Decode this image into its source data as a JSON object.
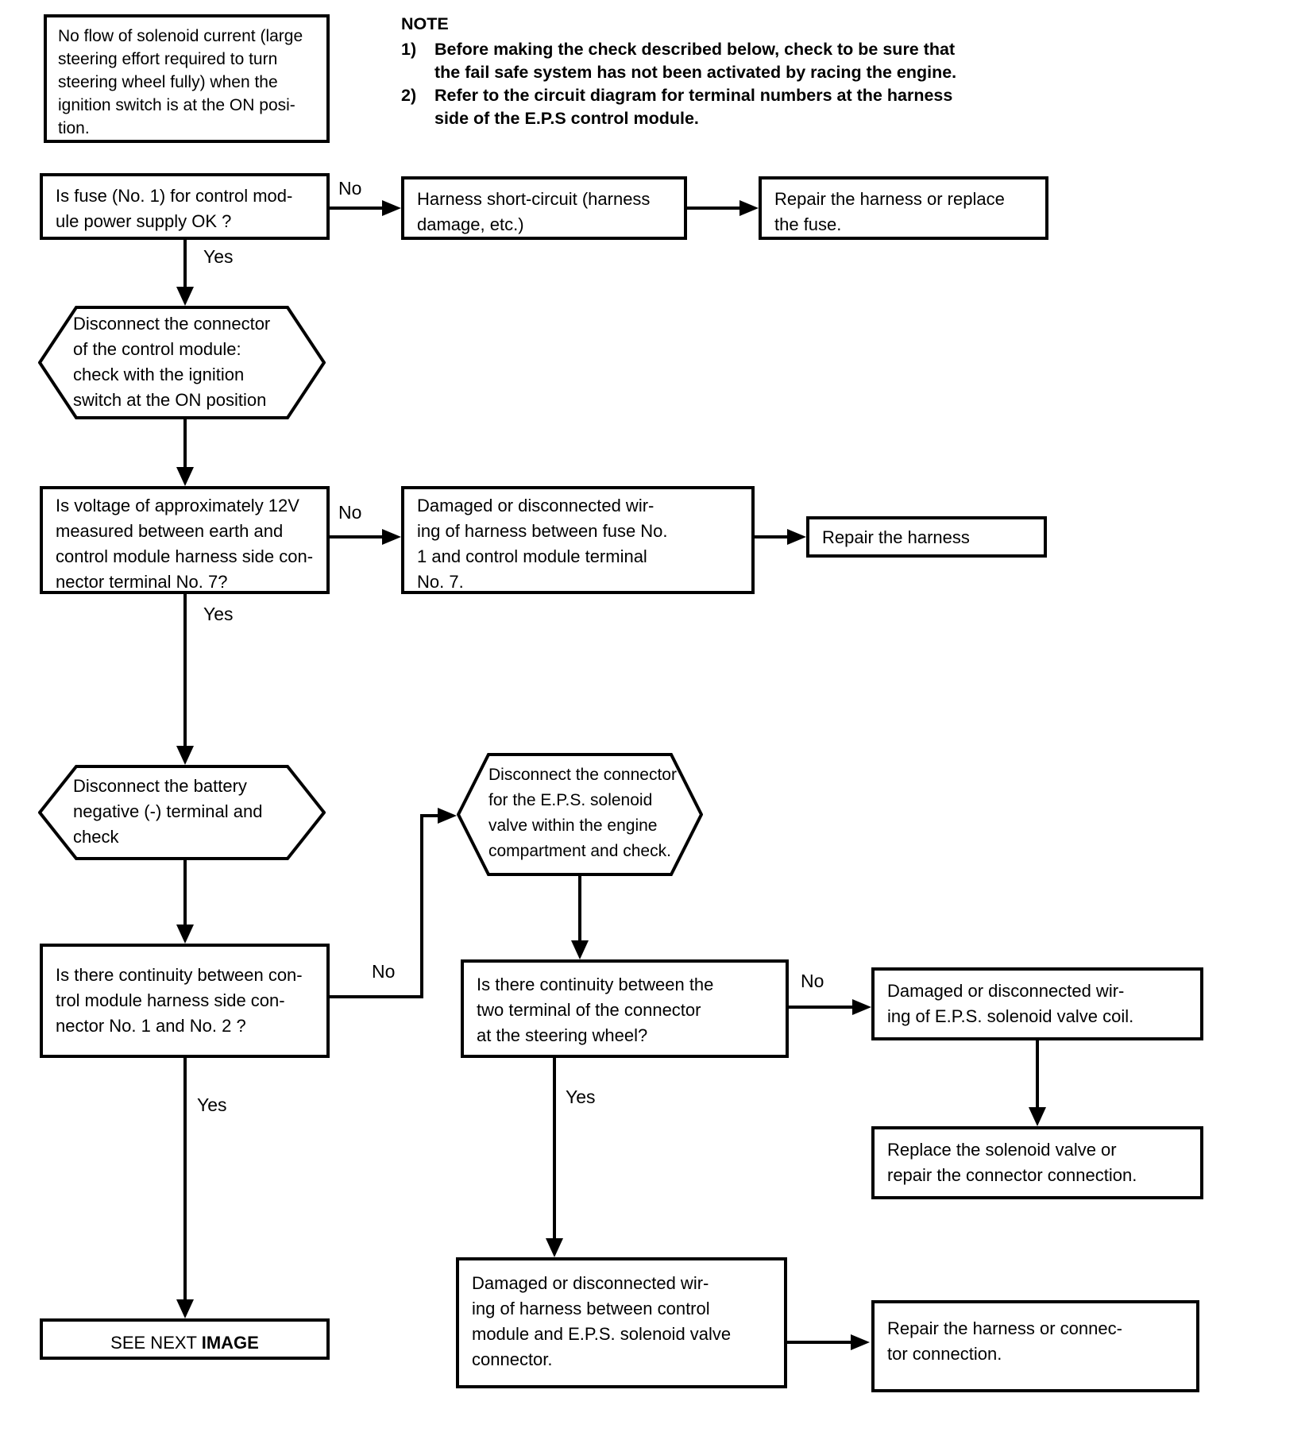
{
  "problem_statement": [
    "No flow of solenoid current (large",
    "steering effort required to turn",
    "steering wheel fully) when the",
    "ignition switch is at the ON posi-",
    "tion."
  ],
  "note": {
    "title": "NOTE",
    "items": [
      {
        "num": "1)",
        "lines": [
          "Before making the check described below, check to be sure that",
          "the fail safe system has not been activated by racing the engine."
        ]
      },
      {
        "num": "2)",
        "lines": [
          "Refer to the circuit diagram for terminal numbers at the harness",
          "side of the E.P.S control module."
        ]
      }
    ]
  },
  "labels": {
    "yes": "Yes",
    "no": "No"
  },
  "nodes": {
    "q_fuse": [
      "Is fuse (No. 1) for control mod-",
      "ule power supply OK ?"
    ],
    "harness_short": [
      "Harness short-circuit (harness",
      "damage, etc.)"
    ],
    "repair_fuse": [
      "Repair the harness or replace",
      "the fuse."
    ],
    "hex_disconnect_module": [
      "Disconnect the connector",
      "of the control module:",
      "check with the ignition",
      "switch at the ON position"
    ],
    "q_voltage": [
      "Is voltage of approximately 12V",
      "measured between earth and",
      "control module harness side con-",
      "nector terminal No. 7?"
    ],
    "wiring_fuse": [
      "Damaged or disconnected wir-",
      "ing of harness between fuse No.",
      "1 and control module terminal",
      "No. 7."
    ],
    "repair_harness": "Repair the harness",
    "hex_battery": [
      "Disconnect the battery",
      "negative (-) terminal and",
      "check"
    ],
    "q_continuity_module": [
      "Is there continuity between con-",
      "trol module harness side con-",
      "nector No. 1 and No. 2 ?"
    ],
    "hex_solenoid": [
      "Disconnect the connector",
      "for the E.P.S. solenoid",
      "valve within the engine",
      "compartment and check."
    ],
    "q_continuity_connector": [
      "Is there continuity between the",
      "two terminal of the connector",
      "at the steering wheel?"
    ],
    "wiring_solenoid_coil": [
      "Damaged or disconnected wir-",
      "ing of E.P.S. solenoid valve coil."
    ],
    "replace_solenoid": [
      "Replace the solenoid valve or",
      "repair the connector connection."
    ],
    "wiring_control_solenoid": [
      "Damaged or disconnected wir-",
      "ing of harness between control",
      "module and E.P.S. solenoid valve",
      "connector."
    ],
    "repair_connector": [
      "Repair the harness or connec-",
      "tor connection."
    ],
    "see_next": {
      "prefix": "SEE NEXT ",
      "emphasis": "IMAGE"
    }
  }
}
